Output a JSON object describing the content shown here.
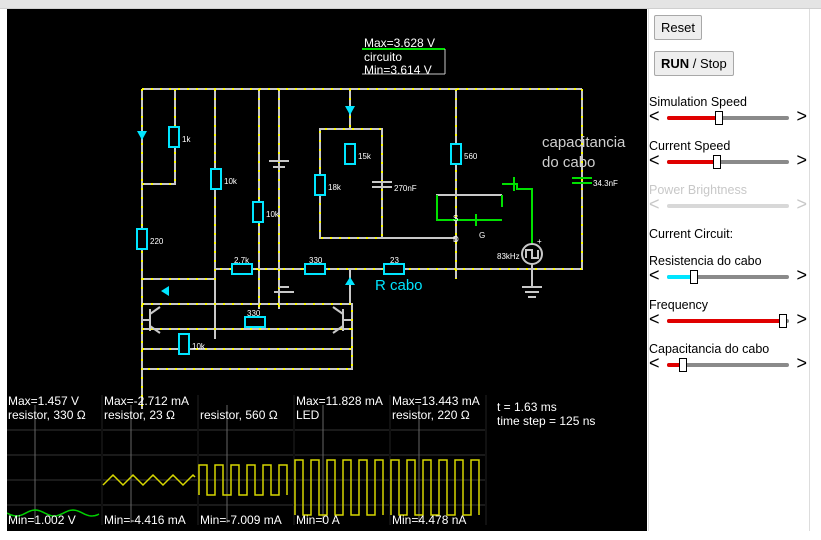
{
  "circuit_labels": {
    "max_v": "Max=3.628 V",
    "circuit_name": "circuito",
    "min_v": "Min=3.614 V",
    "capacitance_label_1": "capacitancia",
    "capacitance_label_2": "do cabo",
    "cap_value": "34.3nF",
    "r_cabo": "R cabo",
    "freq": "83kHz",
    "r1k": "1k",
    "r10k_a": "10k",
    "r10k_b": "10k",
    "r10k_c": "10k",
    "r220": "220",
    "r15k": "15k",
    "r18k": "18k",
    "c270": "270nF",
    "r560": "560",
    "r27k": "2.7k",
    "r330a": "330",
    "r23": "23",
    "r330b": "330",
    "pin_s": "S",
    "pin_d": "D",
    "pin_g": "G",
    "plus": "+"
  },
  "scopes": [
    {
      "max": "Max=1.457 V",
      "name": "resistor, 330 Ω",
      "min": "Min=1.002 V",
      "color": "#00d000"
    },
    {
      "max": "Max=-2.712 mA",
      "name": "resistor, 23 Ω",
      "min": "Min=-4.416 mA",
      "color": "#d6d600"
    },
    {
      "max": "",
      "name": "resistor, 560 Ω",
      "min": "Min=-7.009 mA",
      "color": "#d6d600"
    },
    {
      "max": "Max=11.828 mA",
      "name": "LED",
      "min": "Min=0 A",
      "color": "#d6d600"
    },
    {
      "max": "Max=13.443 mA",
      "name": "resistor, 220 Ω",
      "min": "Min=4.478 nA",
      "color": "#d6d600"
    }
  ],
  "sim_info": {
    "time": "t = 1.63 ms",
    "timestep": "time step = 125 ns"
  },
  "sidebar": {
    "reset": "Reset",
    "run": "RUN",
    "stop": " / Stop",
    "sim_speed_label": "Simulation Speed",
    "sim_speed_value": 0.43,
    "current_speed_label": "Current Speed",
    "current_speed_value": 0.41,
    "power_brightness_label": "Power Brightness",
    "current_circuit_label": "Current Circuit:",
    "resistencia_label": "Resistencia do cabo",
    "resistencia_value": 0.22,
    "frequency_label": "Frequency",
    "frequency_value": 0.95,
    "capacitancia_label": "Capacitancia do cabo",
    "capacitancia_value": 0.13
  },
  "colors": {
    "wire": "#c8c8c8",
    "current_dot": "#ffff00",
    "active_wire": "#00e000",
    "component": "#00e5ff",
    "slider_red": "#e00000",
    "slider_cyan": "#00e5ff"
  }
}
